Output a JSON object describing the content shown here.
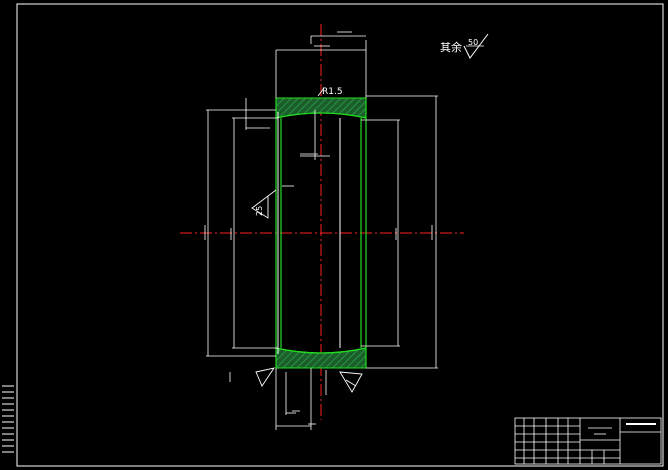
{
  "annotations": {
    "qiyu_label": "其余",
    "qiyu_value": "50",
    "radius_label": "R1.5",
    "roughness_left": "25"
  },
  "colors": {
    "background": "#000000",
    "line": "#ffffff",
    "centerline": "#ff2020",
    "outline_green": "#22dd22",
    "hatch_green": "#1e8c3a"
  }
}
